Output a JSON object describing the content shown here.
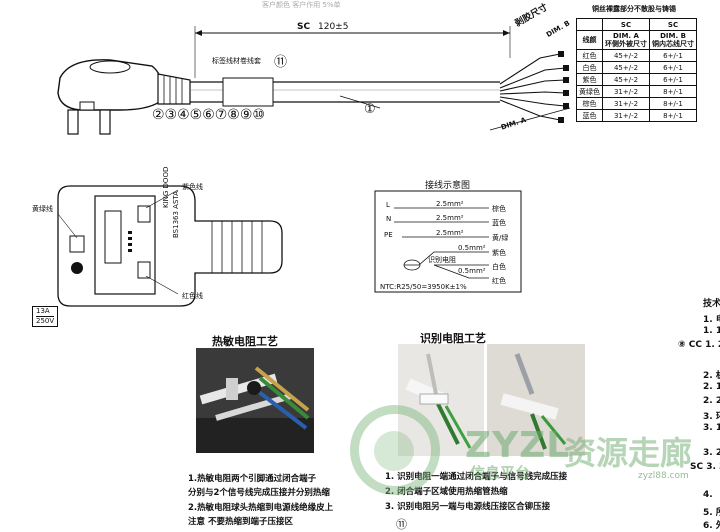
{
  "header": {
    "faded_line": "客户颜色 客户作用     5%单",
    "top_right_text": "铜丝裸露部分不散股与铸锡"
  },
  "plug_drawing": {
    "dim_sc_label": "SC",
    "dim_sc_value": "120±5",
    "stub_label": "剥胶尺寸",
    "dim_b_label": "DIM. B",
    "dim_a_label": "DIM. A",
    "sleeve_label": "标签线材卷线套",
    "callout_11": "⑪",
    "callout_1": "①",
    "callouts_row": "②③④⑤⑥⑦⑧⑨⑩"
  },
  "spec_table": {
    "col_sc": "SC",
    "col_a_title": "DIM. A",
    "col_a_sub": "环侧外被尺寸",
    "col_b_title": "DIM. B",
    "col_b_sub": "铜内芯线尺寸",
    "row_header": "线颜",
    "rows": [
      {
        "color": "红色",
        "a": "45+/-2",
        "b": "6+/-1"
      },
      {
        "color": "白色",
        "a": "45+/-2",
        "b": "6+/-1"
      },
      {
        "color": "紫色",
        "a": "45+/-2",
        "b": "6+/-1"
      },
      {
        "color": "黄绿色",
        "a": "31+/-2",
        "b": "8+/-1"
      },
      {
        "color": "棕色",
        "a": "31+/-2",
        "b": "8+/-1"
      },
      {
        "color": "蓝色",
        "a": "31+/-2",
        "b": "8+/-1"
      }
    ]
  },
  "plug_face": {
    "label_yellow_green": "黄绿线",
    "label_purple": "紫色线",
    "label_red": "红色线",
    "rating_current": "13A",
    "rating_voltage": "250V",
    "mould_text_1": "KING DOOD",
    "mould_text_2": "BS1363 ASTA"
  },
  "wiring": {
    "title": "接线示意图",
    "terminals": [
      "L",
      "N",
      "PE"
    ],
    "sizes": [
      "2.5mm²",
      "2.5mm²",
      "2.5mm²",
      "0.5mm²",
      "0.5mm²"
    ],
    "colors": [
      "棕色",
      "蓝色",
      "黄/绿",
      "紫色",
      "白色",
      "红色"
    ],
    "sensor_label": "识别电阻",
    "ntc_label": "NTC:R25/50=3950K±1%"
  },
  "thermistor_process": {
    "title": "热敏电阻工艺",
    "notes": [
      "1.热敏电阻两个引脚通过闭合端子",
      "  分别与2个信号线完成压接并分别热缩",
      "2.热敏电阻球头热缩到电源线绝缘皮上",
      "注意 不要热缩到端子压接区"
    ]
  },
  "resistor_process": {
    "title": "识别电阻工艺",
    "notes": [
      "1. 识别电阻一端通过闭合端子与信号线完成压接",
      "2. 闭合端子区域使用热缩管热缩",
      "3. 识别电阻另一端与电源线压接区合铆压接"
    ]
  },
  "right_column": {
    "items": [
      "技术",
      "1. 电",
      "1. 1",
      "⑧ CC 1. 2",
      "2. 机",
      "2. 1",
      "2. 2",
      "3. 环",
      "3. 1",
      "3. 2",
      "SC 3. 3",
      "4.",
      "5. 所",
      "6. 外"
    ]
  },
  "watermark": {
    "latin": "ZYZL",
    "cn_main": "资源走廊",
    "cn_sub": "信息平台",
    "url": "zyzl88.com"
  },
  "footer_mark": "⑪"
}
